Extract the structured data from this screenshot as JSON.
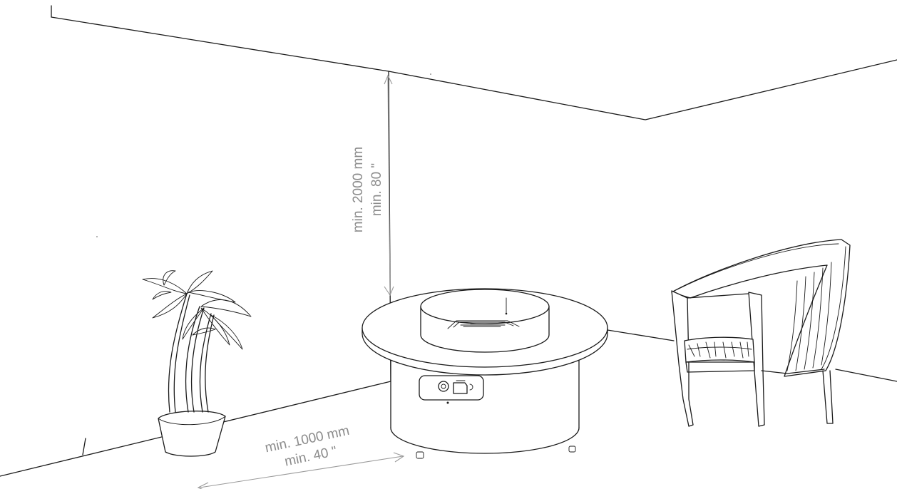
{
  "dimensions": {
    "height_mm": "min. 2000 mm",
    "height_in": "min. 80 \"",
    "distance_mm": "min. 1000 mm",
    "distance_in": "min. 40 \""
  },
  "colors": {
    "line": "#1a1a1a",
    "dimension": "#8c8c8c"
  }
}
